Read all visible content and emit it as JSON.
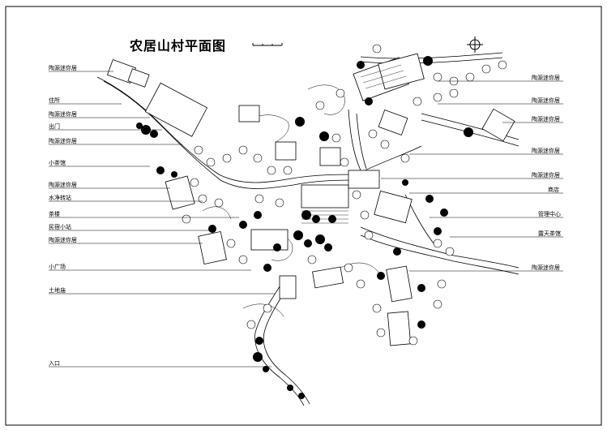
{
  "title": "农居山村平面图",
  "labels_left": [
    {
      "text": "陶源迷你居"
    },
    {
      "text": "住所"
    },
    {
      "text": "陶源迷你居"
    },
    {
      "text": "出门"
    },
    {
      "text": "陶源迷你居"
    },
    {
      "text": "小茶馆"
    },
    {
      "text": "陶源迷你居"
    },
    {
      "text": "水净转站"
    },
    {
      "text": "茶楼"
    },
    {
      "text": "民宿小站"
    },
    {
      "text": "陶源迷你居"
    },
    {
      "text": "小广场"
    },
    {
      "text": "土地庙"
    },
    {
      "text": "入口"
    }
  ],
  "labels_right": [
    {
      "text": "陶源迷你居"
    },
    {
      "text": "陶源迷你居"
    },
    {
      "text": "陶源迷你居"
    },
    {
      "text": "陶源迷你居"
    },
    {
      "text": "陶源迷你居"
    },
    {
      "text": "商店"
    },
    {
      "text": "管理中心"
    },
    {
      "text": "露天茶馆"
    },
    {
      "text": "陶源迷你居"
    }
  ],
  "colors": {
    "ink": "#000000",
    "paper": "#ffffff"
  }
}
